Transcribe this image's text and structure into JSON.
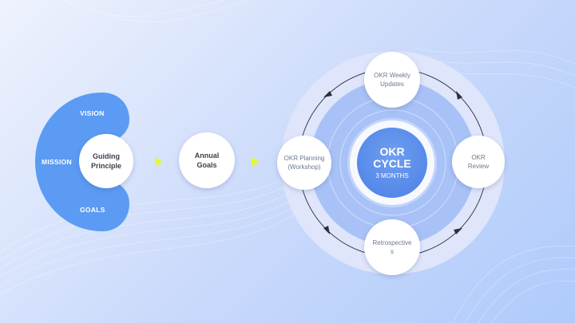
{
  "left_group": {
    "vision": "VISION",
    "mission": "MISSION",
    "goals": "GOALS",
    "guiding_principle": "Guiding Principle"
  },
  "annual_goals": "Annual Goals",
  "cycle": {
    "title": "OKR CYCLE",
    "subtitle": "3 MONTHS",
    "nodes": {
      "planning": "OKR Planning (Workshop)",
      "weekly_updates": "OKR Weekly Updates",
      "review": "OKR Review",
      "retrospectives": "Retrospectives"
    }
  },
  "colors": {
    "blob": "#5b9bf3",
    "arrow": "#e6f53a",
    "core": "#4b7fe6",
    "ring_outer": "#dfe5fb",
    "ring_inner": "#a8c2f7"
  }
}
